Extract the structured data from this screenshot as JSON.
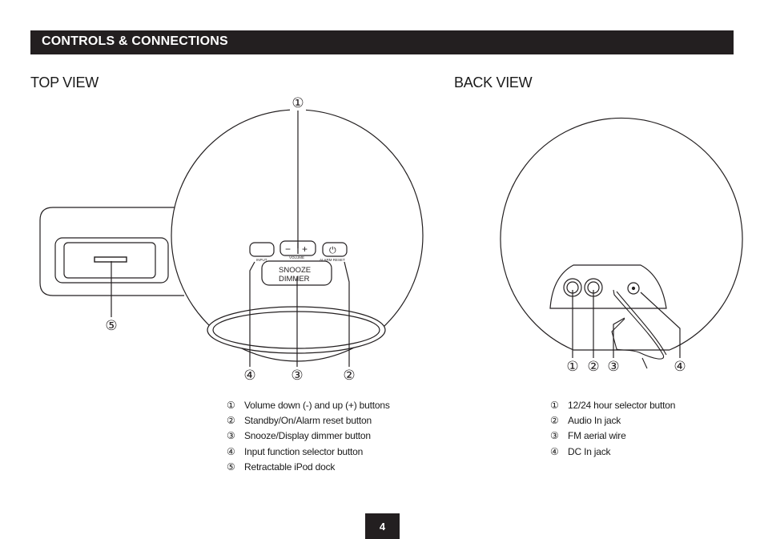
{
  "header": {
    "title": "CONTROLS & CONNECTIONS",
    "background": "#231f20"
  },
  "top_view": {
    "title": "TOP VIEW",
    "device_labels": {
      "input": "INPUT",
      "volume": "VOLUME",
      "alarm_reset": "ALARM RESET",
      "vol_minus": "−",
      "vol_plus": "+",
      "power_symbol": "⏻",
      "snooze_line1": "SNOOZE",
      "snooze_line2": "DIMMER"
    },
    "callouts": [
      "①",
      "②",
      "③",
      "④",
      "⑤"
    ],
    "legend": [
      {
        "num": "①",
        "text": "Volume down (-) and up (+) buttons"
      },
      {
        "num": "②",
        "text": "Standby/On/Alarm reset button"
      },
      {
        "num": "③",
        "text": "Snooze/Display dimmer button"
      },
      {
        "num": "④",
        "text": "Input function selector button"
      },
      {
        "num": "⑤",
        "text": "Retractable iPod dock"
      }
    ]
  },
  "back_view": {
    "title": "BACK VIEW",
    "callouts": [
      "①",
      "②",
      "③",
      "④"
    ],
    "legend": [
      {
        "num": "①",
        "text": "12/24 hour selector button"
      },
      {
        "num": "②",
        "text": "Audio In jack"
      },
      {
        "num": "③",
        "text": "FM aerial wire"
      },
      {
        "num": "④",
        "text": "DC In jack"
      }
    ]
  },
  "page_number": "4"
}
